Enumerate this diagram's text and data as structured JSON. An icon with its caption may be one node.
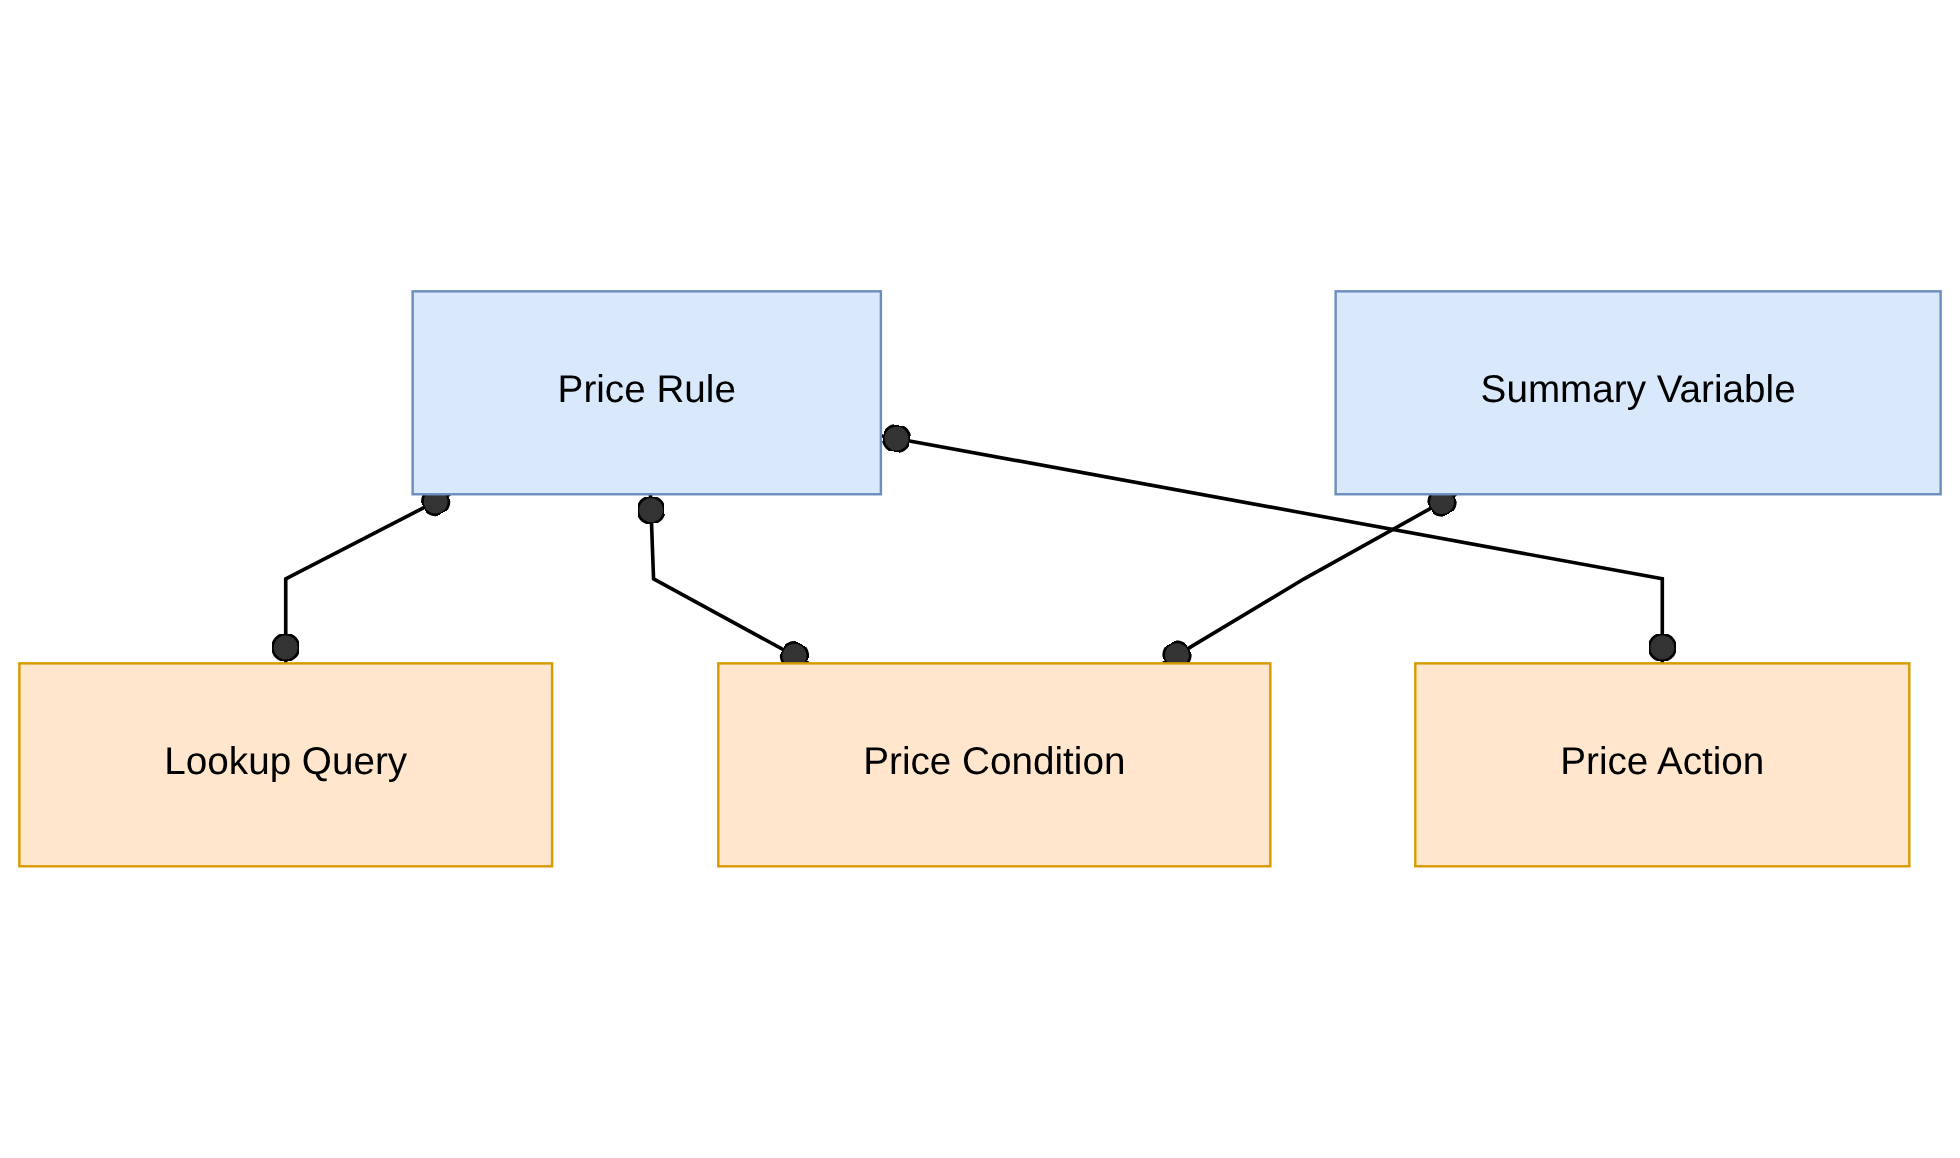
{
  "diagram": {
    "nodes": [
      {
        "text": [
          "Price Rule"
        ]
      },
      {
        "text": [
          "Lookup Query"
        ]
      },
      {
        "text": [
          "Price Condition"
        ]
      },
      {
        "text": [
          "Price Action"
        ]
      },
      {
        "text": [
          "Summary Variable"
        ]
      }
    ],
    "edges": [
      {
        "from": 0,
        "to": 1,
        "arrow": "other"
      },
      {
        "from": 0,
        "to": 2,
        "arrow": "other"
      },
      {
        "from": 0,
        "to": 3,
        "arrow": "other"
      },
      {
        "from": 4,
        "to": 2,
        "arrow": "other"
      }
    ]
  }
}
